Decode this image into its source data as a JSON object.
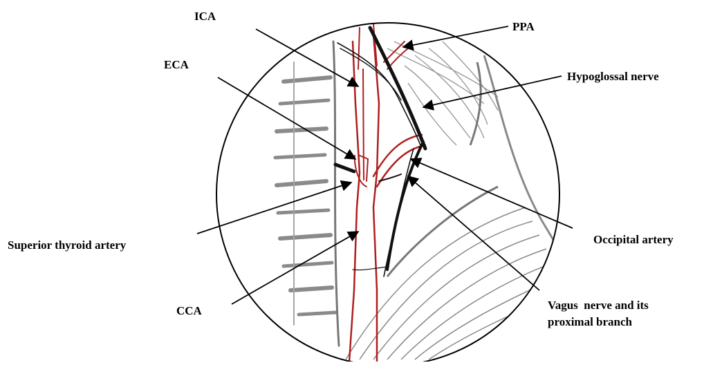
{
  "diagram": {
    "labels": {
      "ica": "ICA",
      "ppa": "PPA",
      "eca": "ECA",
      "hypoglossal": "Hypoglossal nerve",
      "superior_thyroid": "Superior thyroid artery",
      "occipital": "Occipital artery",
      "cca": "CCA",
      "vagus_line1": "Vagus  nerve and its",
      "vagus_line2": "proximal branch"
    },
    "colors": {
      "artery": "#b01e1e",
      "nerve": "#111111",
      "muscle": "#8a8a8a",
      "circle": "#000000"
    }
  }
}
